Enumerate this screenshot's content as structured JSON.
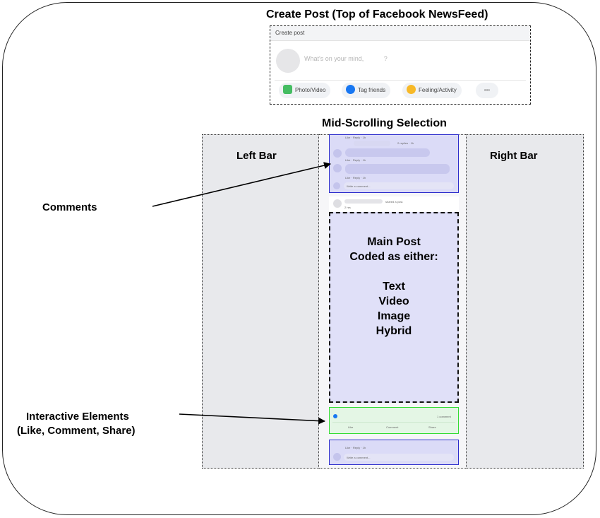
{
  "title": "Create Post (Top of Facebook NewsFeed)",
  "create_post": {
    "header": "Create post",
    "placeholder": "What's on your mind,",
    "placeholder_suffix": "?",
    "buttons": [
      {
        "label": "Photo/Video",
        "icon": "photo-video-icon",
        "color": "#45bd62"
      },
      {
        "label": "Tag friends",
        "icon": "tag-friends-icon",
        "color": "#1877f2"
      },
      {
        "label": "Feeling/Activity",
        "icon": "feeling-icon",
        "color": "#f7b928"
      },
      {
        "label": "•••",
        "icon": "more-icon"
      }
    ]
  },
  "section_title": "Mid-Scrolling Selection",
  "left_bar": "Left Bar",
  "right_bar": "Right Bar",
  "labels": {
    "comments": "Comments",
    "interactive_line1": "Interactive Elements",
    "interactive_line2": "(Like, Comment, Share)"
  },
  "main_post": {
    "lines": [
      "Main Post",
      "Coded as either:",
      "",
      "Text",
      "Video",
      "Image",
      "Hybrid"
    ]
  },
  "feed_mock": {
    "like_reply": "Like · Reply · 1h",
    "write_comment": "Write a comment...",
    "shared_post": "shared a post.",
    "time": "2 hrs",
    "replies": "2 replies · 1h",
    "comments_count": "1 comment",
    "actions": [
      "Like",
      "Comment",
      "Share"
    ]
  },
  "colors": {
    "blue_box": "#2c2ccc",
    "green_box": "#33dd33",
    "bar_fill": "#e8e9ec"
  }
}
